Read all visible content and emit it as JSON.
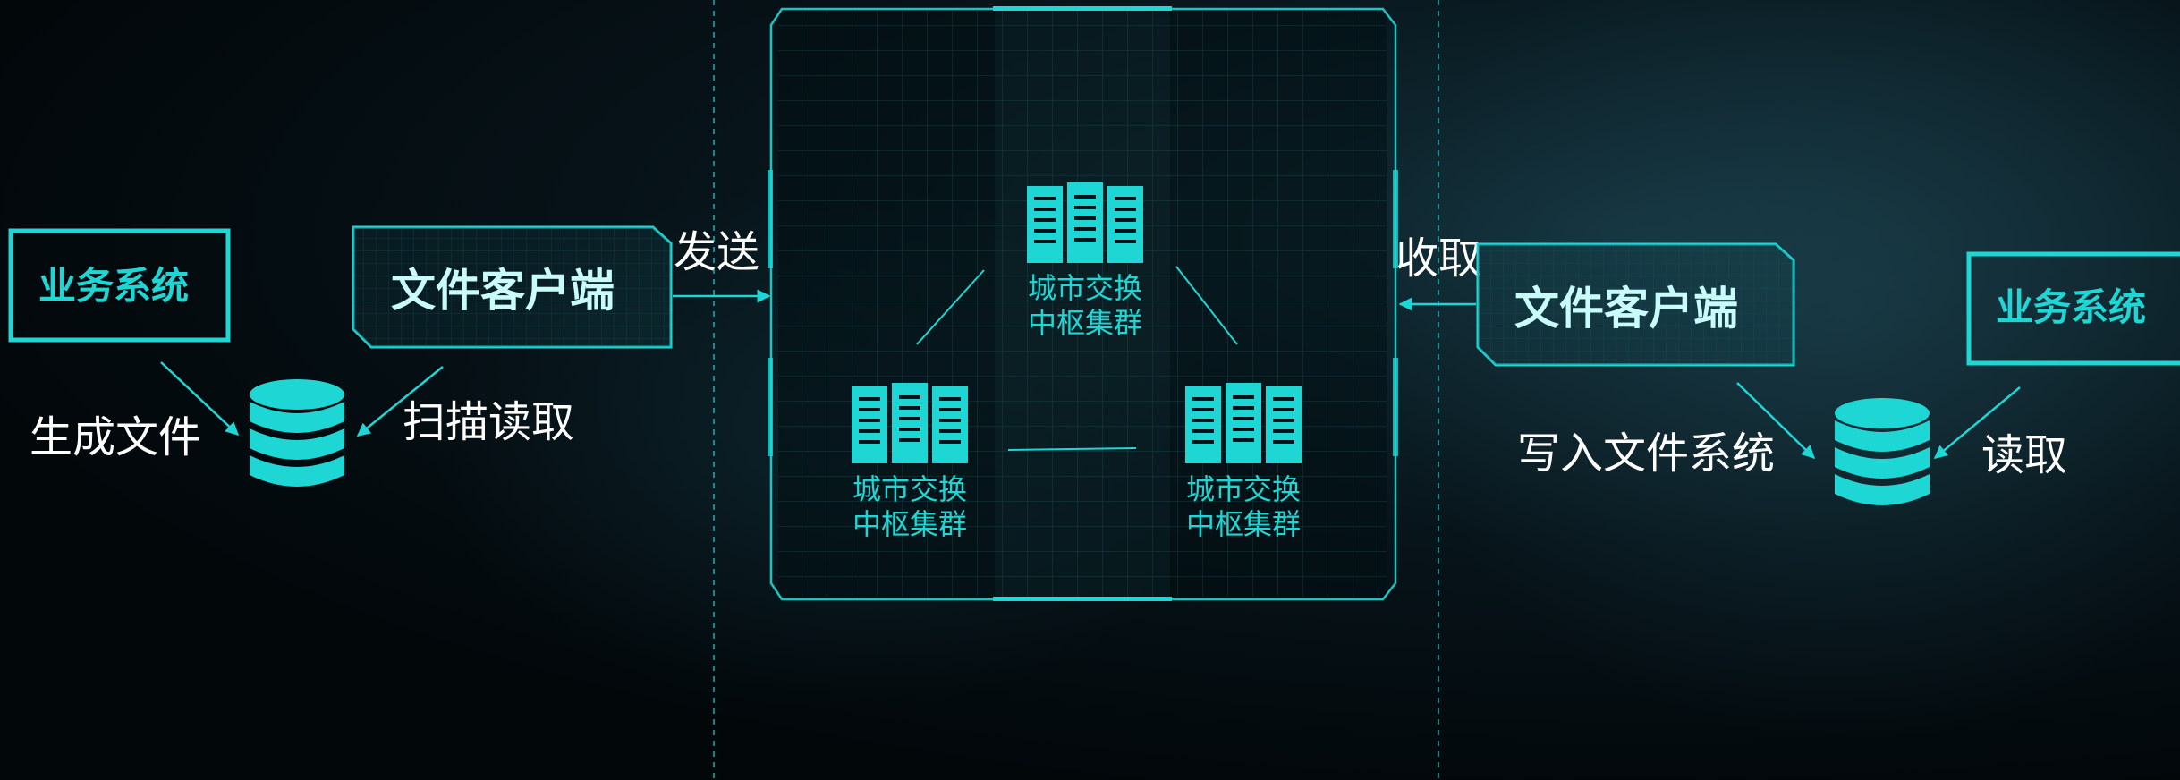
{
  "accent_color": "#1ed7d4",
  "left": {
    "system_label": "业务系统",
    "client_label": "文件客户端",
    "generate_label": "生成文件",
    "scan_label": "扫描读取",
    "send_label": "发送"
  },
  "center": {
    "nodes": [
      {
        "line1": "城市交换",
        "line2": "中枢集群"
      },
      {
        "line1": "城市交换",
        "line2": "中枢集群"
      },
      {
        "line1": "城市交换",
        "line2": "中枢集群"
      }
    ]
  },
  "right": {
    "receive_label": "收取",
    "client_label": "文件客户端",
    "system_label": "业务系统",
    "write_label": "写入文件系统",
    "read_label": "读取"
  }
}
